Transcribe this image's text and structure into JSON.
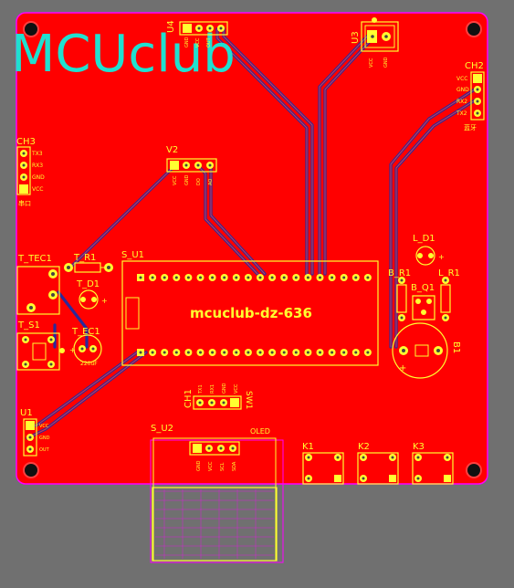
{
  "board": {
    "brand": "MCUclub",
    "chip_label": "mcuclub-dz-636",
    "colors": {
      "background": "#707070",
      "copper": "#ff0000",
      "silkscreen": "#ffff30",
      "trace": "#3030a0",
      "outline": "#ff00ff",
      "brand_text": "#20e0d0"
    }
  },
  "designators": {
    "u4": "U4",
    "u3": "U3",
    "ch2": "CH2",
    "ch3": "CH3",
    "v2": "V2",
    "s_u1": "S_U1",
    "t_tec1": "T_TEC1",
    "t_r1": "T_R1",
    "t_d1": "T_D1",
    "t_s1": "T_S1",
    "t_ec1": "T_EC1",
    "ec1_value": "220uF",
    "l_d1": "L_D1",
    "b_r1": "B_R1",
    "l_r1": "L_R1",
    "b_q1": "B_Q1",
    "b1": "B1",
    "ch1": "CH1",
    "sw1": "SW1",
    "u1": "U1",
    "s_u2": "S_U2",
    "oled": "OLED",
    "k1": "K1",
    "k2": "K2",
    "k3": "K3"
  },
  "pins": {
    "ch2": [
      "VCC",
      "GND",
      "RX2",
      "TX2"
    ],
    "ch3": [
      "TX3",
      "RX3",
      "GND",
      "VCC"
    ],
    "u4": [
      "GND",
      "VCC",
      "OUT"
    ],
    "v2": [
      "VCC",
      "GND",
      "DO",
      "AO"
    ],
    "ch1": [
      "TX1",
      "RX1",
      "GND",
      "VCC"
    ],
    "u1": [
      "VCC",
      "GND",
      "OUT"
    ],
    "s_u2": [
      "GND",
      "VCC",
      "SCL",
      "SDA"
    ],
    "u3": [
      "VCC",
      "GND"
    ]
  },
  "notes": {
    "ch2_sub": "蓝牙",
    "ch3_sub": "串口"
  }
}
